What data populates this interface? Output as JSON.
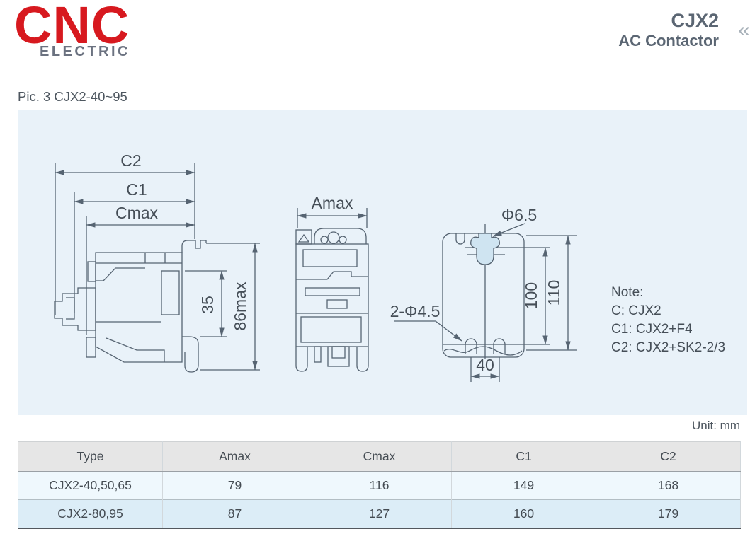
{
  "header": {
    "logo_text": "CNC",
    "logo_subtext": "ELECTRIC",
    "product_code": "CJX2",
    "product_name": "AC Contactor",
    "chevrons": "«"
  },
  "caption": "Pic. 3  CJX2-40~95",
  "drawing": {
    "side_view": {
      "c2": "C2",
      "c1": "C1",
      "cmax": "Cmax",
      "rail_35": "35",
      "height_86max": "86max"
    },
    "front_view": {
      "amax": "Amax"
    },
    "mounting_view": {
      "hole_top": "Φ6.5",
      "holes_bottom": "2-Φ4.5",
      "dim_100": "100",
      "dim_110": "110",
      "dim_40": "40"
    },
    "note": {
      "title": "Note:",
      "line_c": "C: CJX2",
      "line_c1": "C1: CJX2+F4",
      "line_c2": "C2: CJX2+SK2-2/3"
    }
  },
  "unit_label": "Unit: mm",
  "table": {
    "headers": [
      "Type",
      "Amax",
      "Cmax",
      "C1",
      "C2"
    ],
    "rows": [
      [
        "CJX2-40,50,65",
        "79",
        "116",
        "149",
        "168"
      ],
      [
        "CJX2-80,95",
        "87",
        "127",
        "160",
        "179"
      ]
    ]
  },
  "colors": {
    "brand_red": "#d7191f",
    "panel_background": "#e9f2f9",
    "drawing_line": "#566472",
    "table_header_bg": "#e6e6e6",
    "table_row1_bg": "#eff8fd",
    "table_row2_bg": "#dcedf7"
  }
}
